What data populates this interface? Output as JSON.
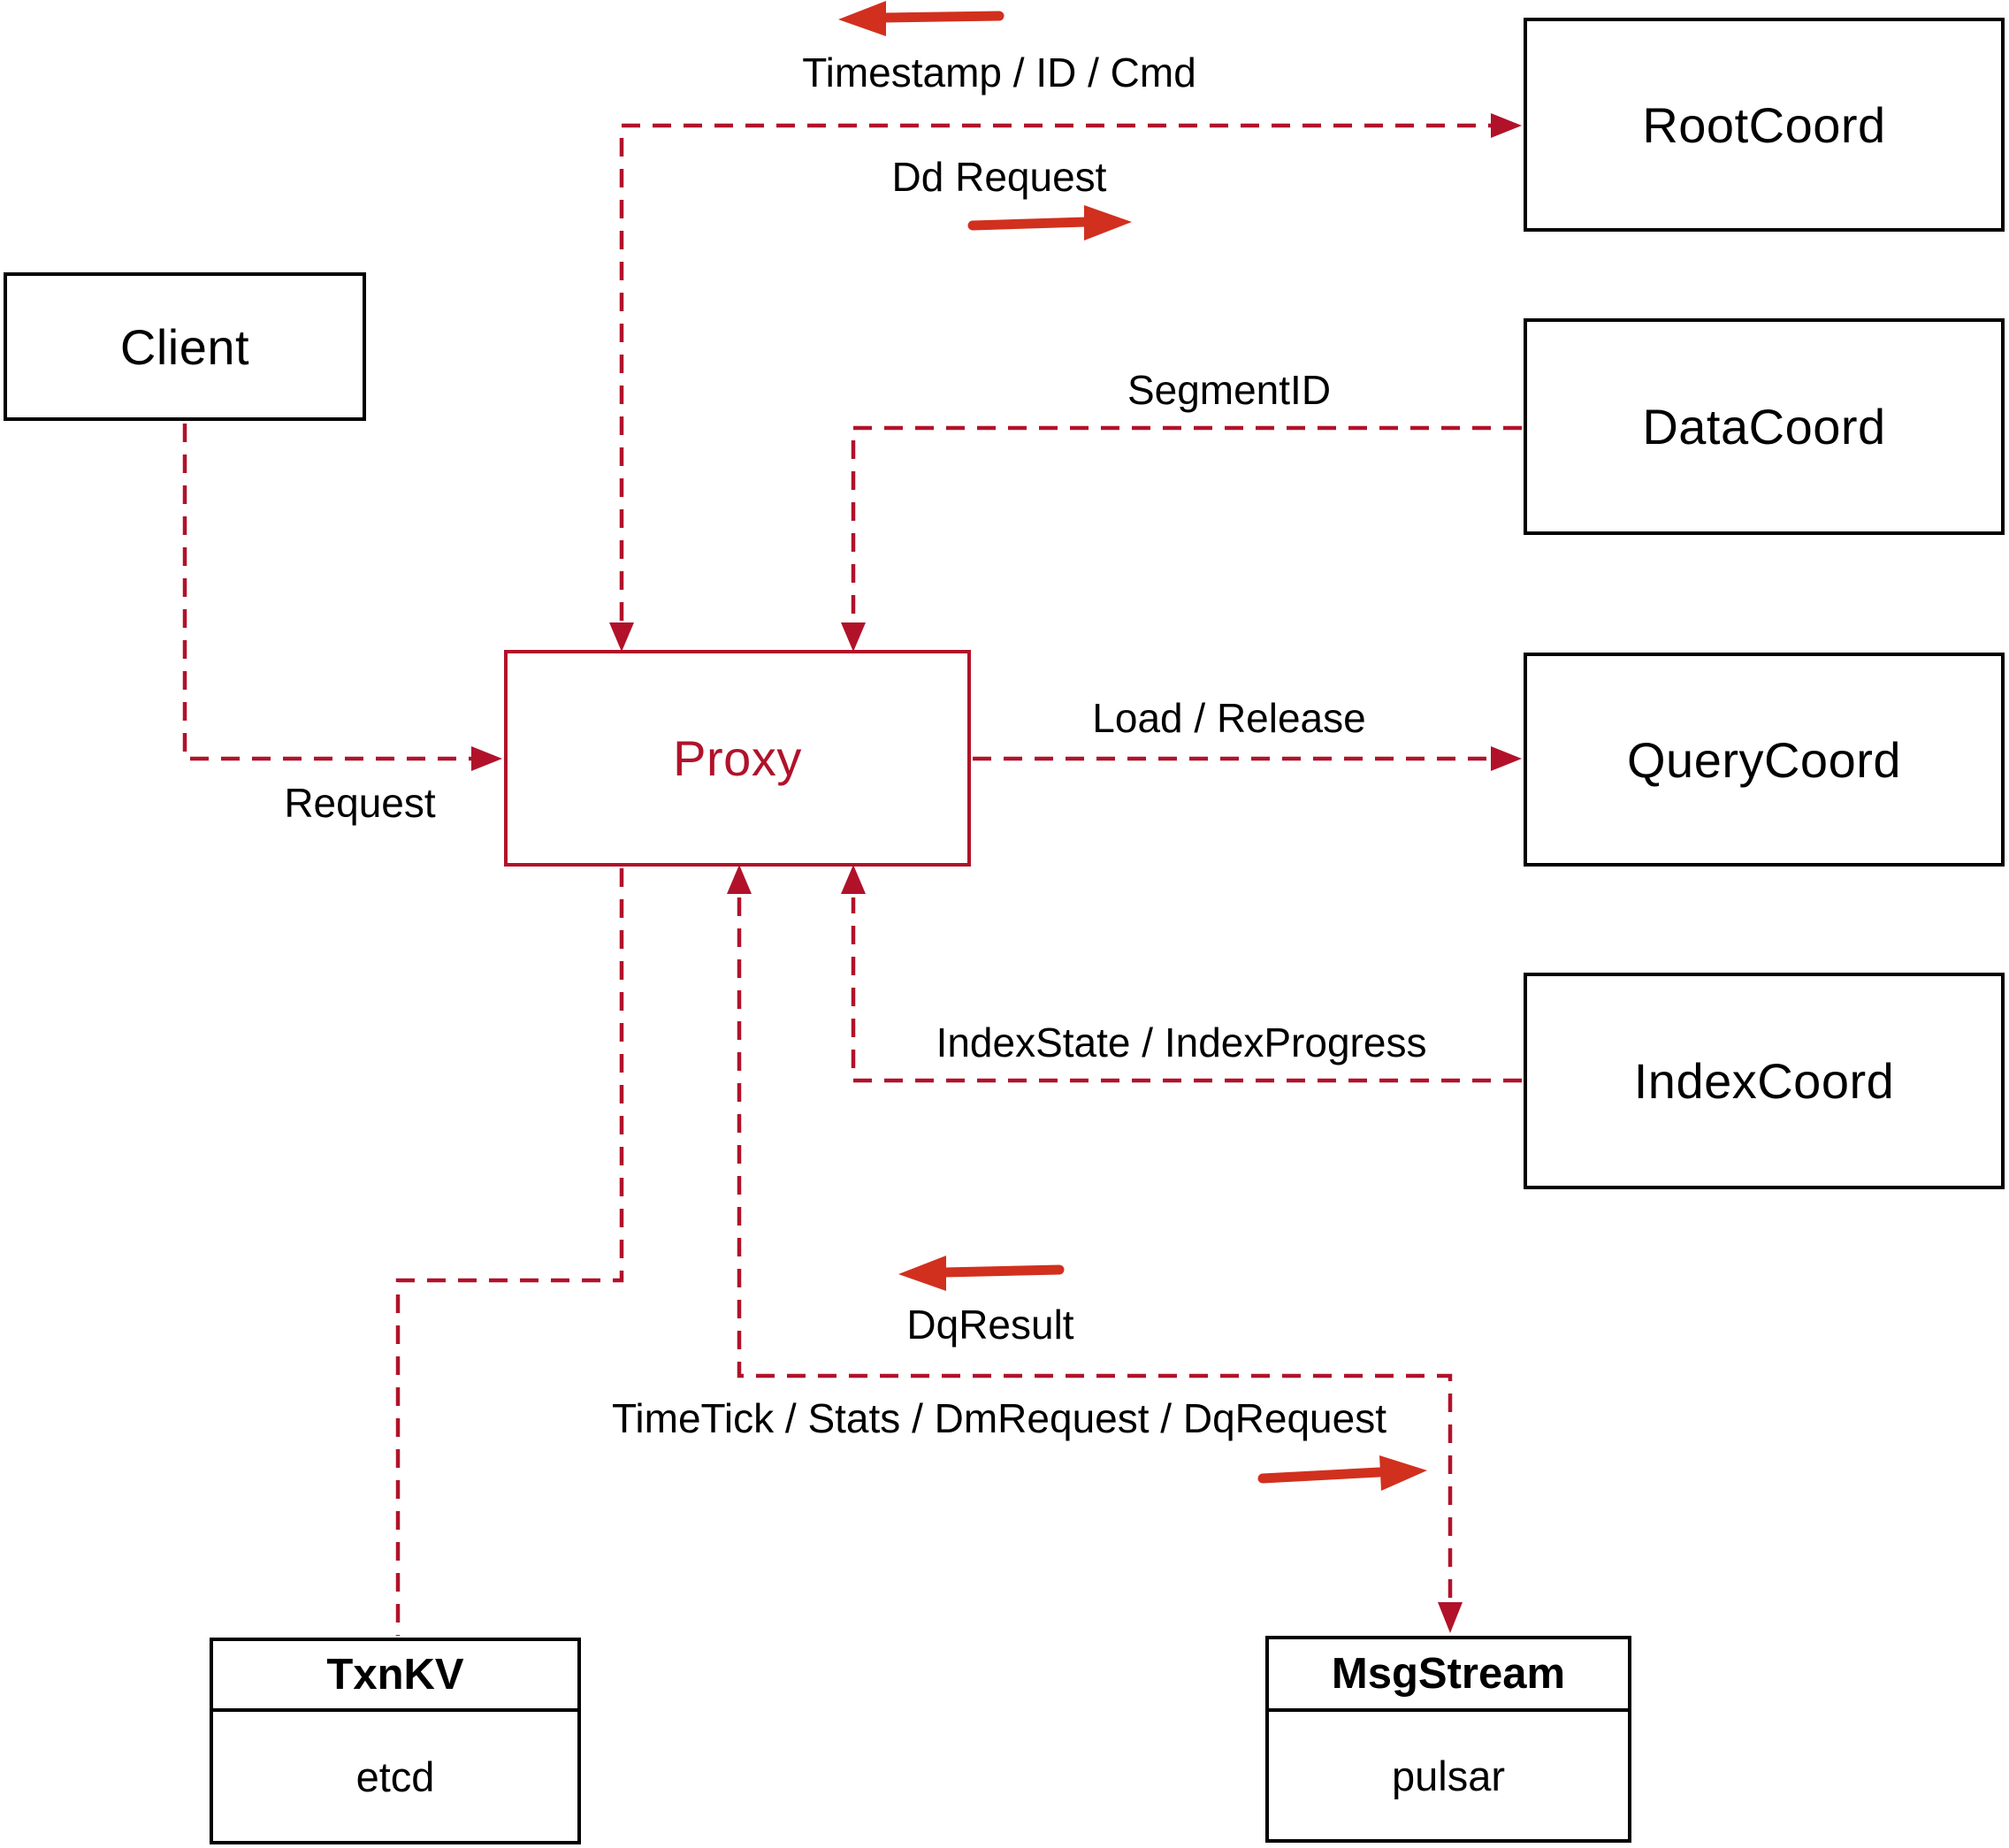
{
  "colors": {
    "dashed_line_red": "#b1122a",
    "direction_arrow_red": "#d1301e",
    "box_border_black": "#000000",
    "background": "#ffffff"
  },
  "nodes": {
    "client": {
      "label": "Client"
    },
    "proxy": {
      "label": "Proxy"
    },
    "rootcoord": {
      "label": "RootCoord"
    },
    "datacoord": {
      "label": "DataCoord"
    },
    "querycoord": {
      "label": "QueryCoord"
    },
    "indexcoord": {
      "label": "IndexCoord"
    },
    "txnkv": {
      "header": "TxnKV",
      "body": "etcd"
    },
    "msgstream": {
      "header": "MsgStream",
      "body": "pulsar"
    }
  },
  "edges": {
    "client_to_proxy": {
      "label": "Request"
    },
    "proxy_rootcoord": {
      "return_label": "Timestamp / ID / Cmd",
      "send_label": "Dd Request"
    },
    "datacoord_to_proxy": {
      "label": "SegmentID"
    },
    "proxy_to_querycoord": {
      "label": "Load / Release"
    },
    "indexcoord_to_proxy": {
      "label": "IndexState / IndexProgress"
    },
    "proxy_msgstream": {
      "return_label": "DqResult",
      "send_label": "TimeTick / Stats / DmRequest / DqRequest"
    }
  }
}
